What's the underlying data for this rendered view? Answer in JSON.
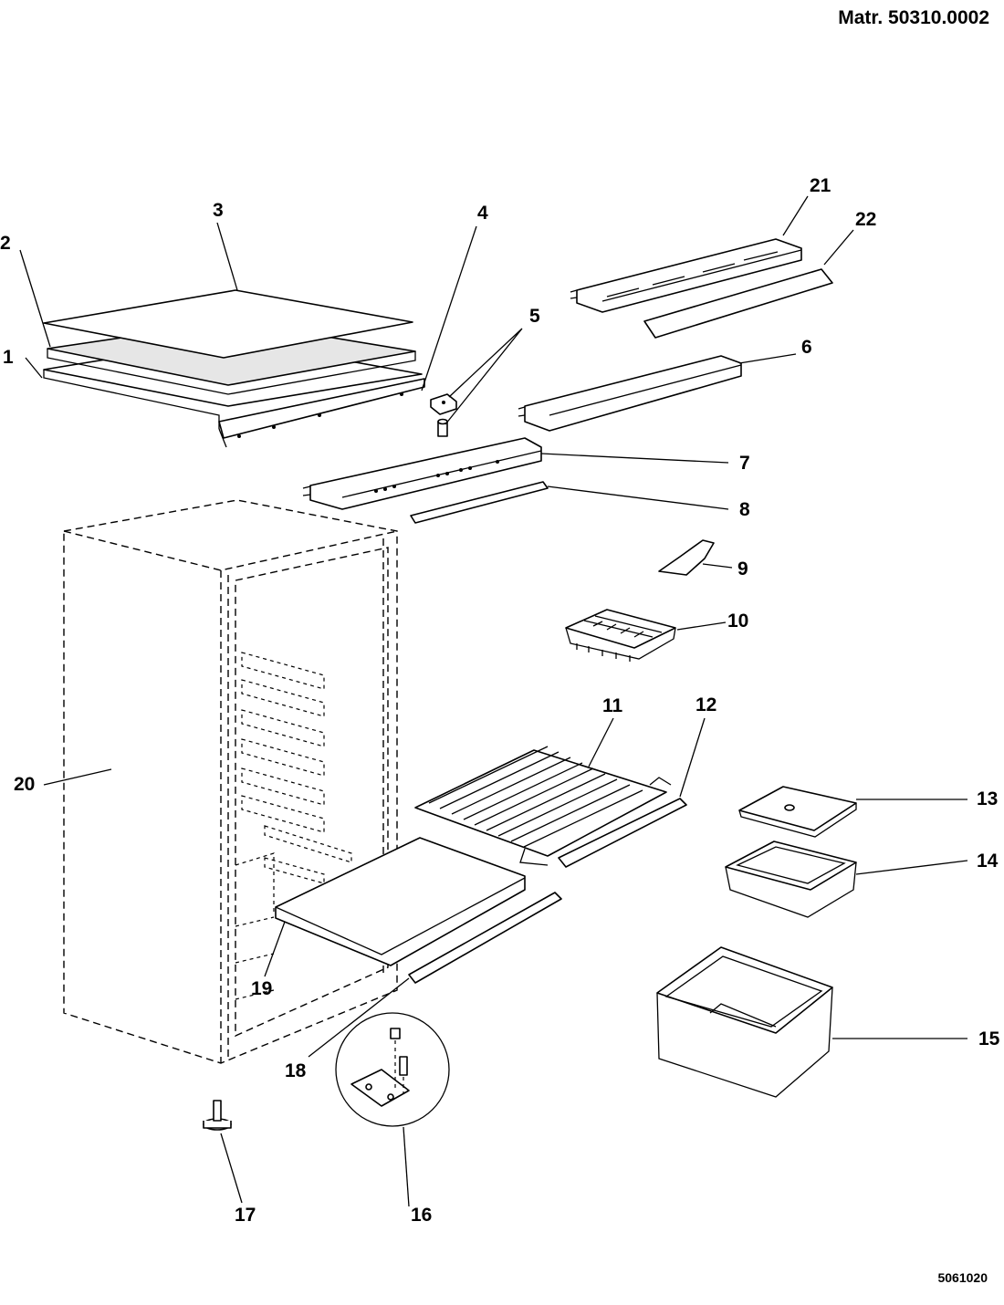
{
  "header": {
    "material_number": "Matr. 50310.0002"
  },
  "footer": {
    "drawing_code": "5061020"
  },
  "parts": [
    {
      "id": "1",
      "label": "1"
    },
    {
      "id": "2",
      "label": "2"
    },
    {
      "id": "3",
      "label": "3"
    },
    {
      "id": "4",
      "label": "4"
    },
    {
      "id": "5",
      "label": "5"
    },
    {
      "id": "6",
      "label": "6"
    },
    {
      "id": "7",
      "label": "7"
    },
    {
      "id": "8",
      "label": "8"
    },
    {
      "id": "9",
      "label": "9"
    },
    {
      "id": "10",
      "label": "10"
    },
    {
      "id": "11",
      "label": "11"
    },
    {
      "id": "12",
      "label": "12"
    },
    {
      "id": "13",
      "label": "13"
    },
    {
      "id": "14",
      "label": "14"
    },
    {
      "id": "15",
      "label": "15"
    },
    {
      "id": "16",
      "label": "16"
    },
    {
      "id": "17",
      "label": "17"
    },
    {
      "id": "18",
      "label": "18"
    },
    {
      "id": "19",
      "label": "19"
    },
    {
      "id": "20",
      "label": "20"
    },
    {
      "id": "21",
      "label": "21"
    },
    {
      "id": "22",
      "label": "22"
    }
  ]
}
